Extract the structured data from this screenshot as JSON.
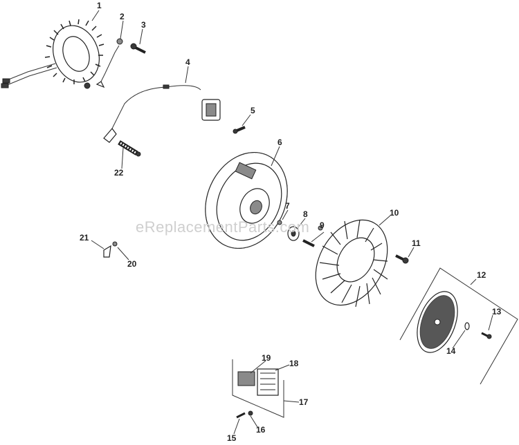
{
  "watermark": "eReplacementParts.com",
  "callouts": [
    {
      "id": "1",
      "label": "1"
    },
    {
      "id": "2",
      "label": "2"
    },
    {
      "id": "3",
      "label": "3"
    },
    {
      "id": "4",
      "label": "4"
    },
    {
      "id": "5",
      "label": "5"
    },
    {
      "id": "6",
      "label": "6"
    },
    {
      "id": "7",
      "label": "7"
    },
    {
      "id": "8",
      "label": "8"
    },
    {
      "id": "9",
      "label": "9"
    },
    {
      "id": "10",
      "label": "10"
    },
    {
      "id": "11",
      "label": "11"
    },
    {
      "id": "12",
      "label": "12"
    },
    {
      "id": "13",
      "label": "13"
    },
    {
      "id": "14",
      "label": "14"
    },
    {
      "id": "15",
      "label": "15"
    },
    {
      "id": "16",
      "label": "16"
    },
    {
      "id": "17",
      "label": "17"
    },
    {
      "id": "18",
      "label": "18"
    },
    {
      "id": "19",
      "label": "19"
    },
    {
      "id": "20",
      "label": "20"
    },
    {
      "id": "21",
      "label": "21"
    },
    {
      "id": "22",
      "label": "22"
    }
  ],
  "colors": {
    "ink": "#222222",
    "watermark": "#cfcfcf",
    "background": "#ffffff"
  }
}
